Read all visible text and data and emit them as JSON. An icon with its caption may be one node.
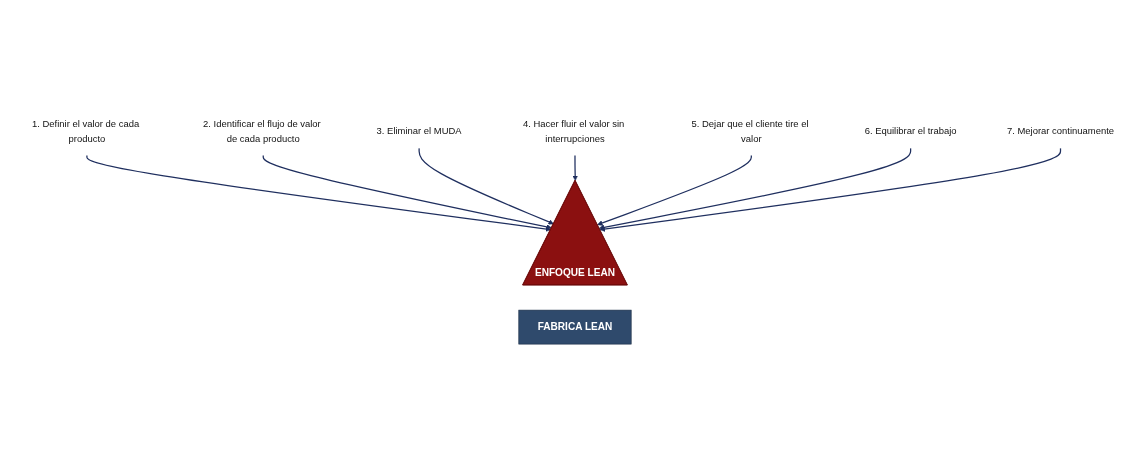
{
  "diagram": {
    "nodes": [
      {
        "text": [
          "1. Definir el valor de cada producto"
        ]
      },
      {
        "text": [
          "2. Identificar el flujo de valor de cada producto"
        ]
      },
      {
        "text": [
          "3. Eliminar el MUDA"
        ]
      },
      {
        "text": [
          "4. Hacer fluir el valor sin interrupciones"
        ]
      },
      {
        "text": [
          "5. Dejar que el cliente tire el valor"
        ]
      },
      {
        "text": [
          "6. Equilibrar el trabajo"
        ]
      },
      {
        "text": [
          "7. Mejorar continuamente"
        ]
      },
      {
        "text": [
          "ENFOQUE LEAN"
        ]
      },
      {
        "text": [
          "FABRICA LEAN"
        ]
      }
    ],
    "edges": [
      {
        "from": 0,
        "to": 7,
        "arrow": "to"
      },
      {
        "from": 1,
        "to": 7,
        "arrow": "to"
      },
      {
        "from": 2,
        "to": 7,
        "arrow": "to"
      },
      {
        "from": 3,
        "to": 7,
        "arrow": "to"
      },
      {
        "from": 4,
        "to": 7,
        "arrow": "to"
      },
      {
        "from": 5,
        "to": 7,
        "arrow": "to"
      },
      {
        "from": 6,
        "to": 7,
        "arrow": "to"
      }
    ]
  }
}
